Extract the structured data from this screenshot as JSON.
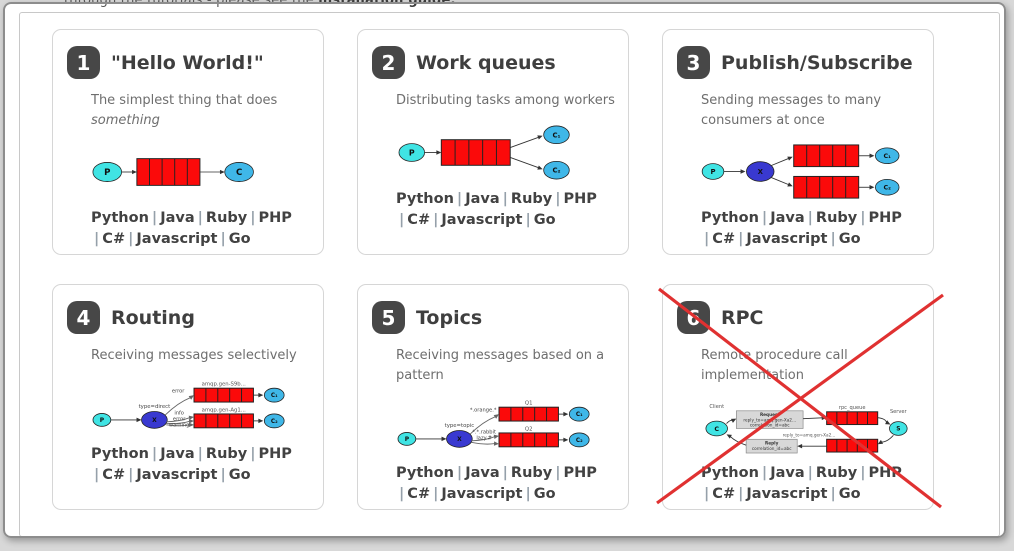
{
  "header": {
    "clipped_text": "through the tutorials - please see the ",
    "clipped_link": "installation guide."
  },
  "languages": [
    "Python",
    "Java",
    "Ruby",
    "PHP",
    "C#",
    "Javascript",
    "Go"
  ],
  "colors": {
    "producer": "#40e4e4",
    "consumer": "#3fb7e8",
    "exchange": "#3939d0",
    "queue_fill": "#fb0a0a",
    "queue_border": "#222222",
    "badge": "#474747",
    "cross": "#e03131",
    "diagram_label": "#555555",
    "arrow": "#333333",
    "box_fill": "#d8d8d8"
  },
  "cards": [
    {
      "number": "1",
      "title": "\"Hello World!\"",
      "description": [
        {
          "text": "The simplest thing that does "
        },
        {
          "text": "something",
          "italic": true
        }
      ],
      "diagram": {
        "type": "simple",
        "producer": "P",
        "consumer": "C"
      }
    },
    {
      "number": "2",
      "title": "Work queues",
      "description": [
        {
          "text": "Distributing tasks among workers"
        }
      ],
      "diagram": {
        "type": "work",
        "producer": "P",
        "consumers": [
          "C₁",
          "C₂"
        ]
      }
    },
    {
      "number": "3",
      "title": "Publish/Subscribe",
      "description": [
        {
          "text": "Sending messages to many consumers at once"
        }
      ],
      "diagram": {
        "type": "fanout",
        "producer": "P",
        "exchange": "X",
        "consumers": [
          "C₁",
          "C₂"
        ]
      }
    },
    {
      "number": "4",
      "title": "Routing",
      "description": [
        {
          "text": "Receiving messages selectively"
        }
      ],
      "diagram": {
        "type": "routed",
        "producer": "P",
        "exchange": "X",
        "exchange_label": "type=direct",
        "queues": [
          {
            "label": "amqp.gen-S9b...",
            "bindings": [
              "error"
            ]
          },
          {
            "label": "amqp.gen-Ag1...",
            "bindings": [
              "info",
              "error",
              "warning"
            ]
          }
        ],
        "consumers": [
          "C₁",
          "C₂"
        ]
      }
    },
    {
      "number": "5",
      "title": "Topics",
      "description": [
        {
          "text": "Receiving messages based on a pattern"
        }
      ],
      "diagram": {
        "type": "routed",
        "producer": "P",
        "exchange": "X",
        "exchange_label": "type=topic",
        "queues": [
          {
            "label": "Q1",
            "bindings": [
              "*.orange.*"
            ]
          },
          {
            "label": "Q2",
            "bindings": [
              "*.*.rabbit",
              "lazy.#"
            ]
          }
        ],
        "consumers": [
          "C₁",
          "C₂"
        ]
      }
    },
    {
      "number": "6",
      "title": "RPC",
      "description": [
        {
          "text": "Remote procedure call implementation"
        }
      ],
      "crossed_out": true,
      "diagram": {
        "type": "rpc",
        "client": "C",
        "server": "S",
        "client_label": "Client",
        "server_label": "Server",
        "request_box": [
          "Request",
          "reply_to=amq.gen-Xa2...",
          "correlation_id=abc"
        ],
        "reply_box": [
          "Reply",
          "correlation_id=abc"
        ],
        "request_queue_label": "rpc_queue",
        "reply_queue_label": "reply_to=amq.gen-Xa2..."
      }
    }
  ]
}
